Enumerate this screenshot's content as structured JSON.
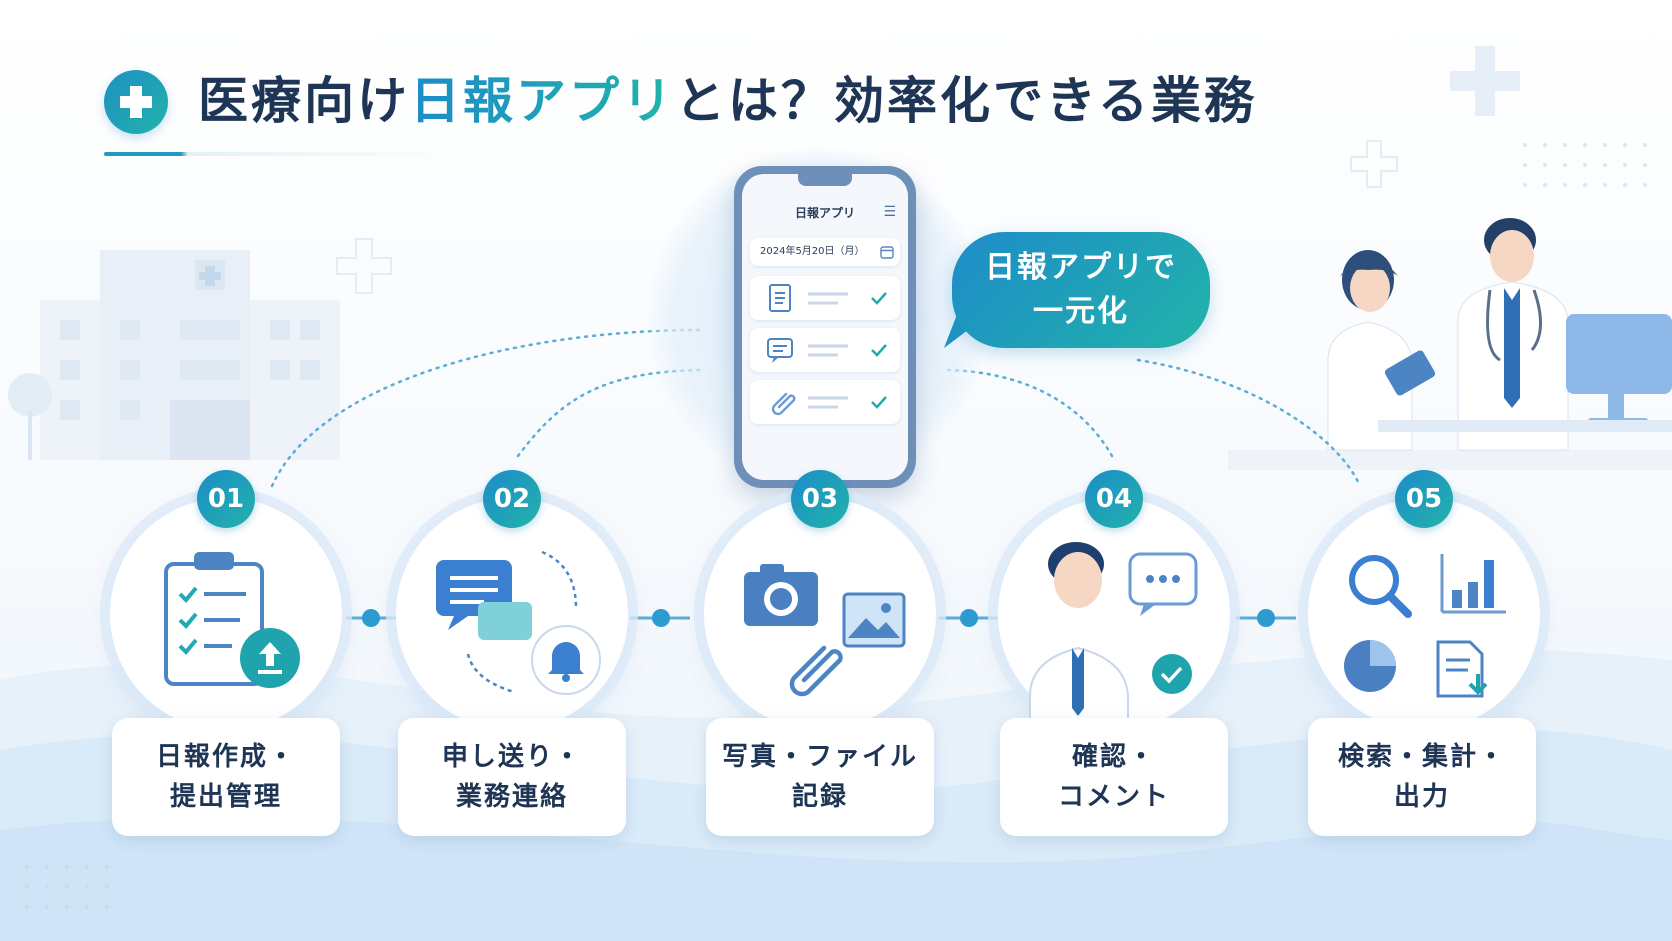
{
  "header": {
    "title_prefix": "医療向け",
    "title_highlight": "日報アプリ",
    "title_suffix": "とは？効率化できる業務",
    "icon": "plus-icon"
  },
  "phone": {
    "app_title": "日報アプリ",
    "date": "2024年5月20日（月）",
    "rows": [
      {
        "icon": "document-icon",
        "checked": true
      },
      {
        "icon": "chat-icon",
        "checked": true
      },
      {
        "icon": "paperclip-icon",
        "checked": true
      }
    ]
  },
  "bubble": {
    "line1": "日報アプリで",
    "line2": "一元化"
  },
  "steps": [
    {
      "number": "01",
      "line1": "日報作成・",
      "line2": "提出管理",
      "icons": [
        "clipboard-checklist-icon",
        "upload-icon"
      ]
    },
    {
      "number": "02",
      "line1": "申し送り・",
      "line2": "業務連絡",
      "icons": [
        "chat-bubbles-icon",
        "bell-icon",
        "refresh-arrows-icon"
      ]
    },
    {
      "number": "03",
      "line1": "写真・ファイル",
      "line2": "記録",
      "icons": [
        "camera-icon",
        "image-icon",
        "paperclip-icon"
      ]
    },
    {
      "number": "04",
      "line1": "確認・",
      "line2": "コメント",
      "icons": [
        "doctor-icon",
        "comment-icon",
        "check-icon"
      ]
    },
    {
      "number": "05",
      "line1": "検索・集計・",
      "line2": "出力",
      "icons": [
        "search-icon",
        "bar-chart-icon",
        "pie-chart-icon",
        "download-document-icon"
      ]
    }
  ],
  "colors": {
    "primary": "#1d8cc9",
    "accent": "#22b3a9",
    "text": "#1f3556"
  }
}
